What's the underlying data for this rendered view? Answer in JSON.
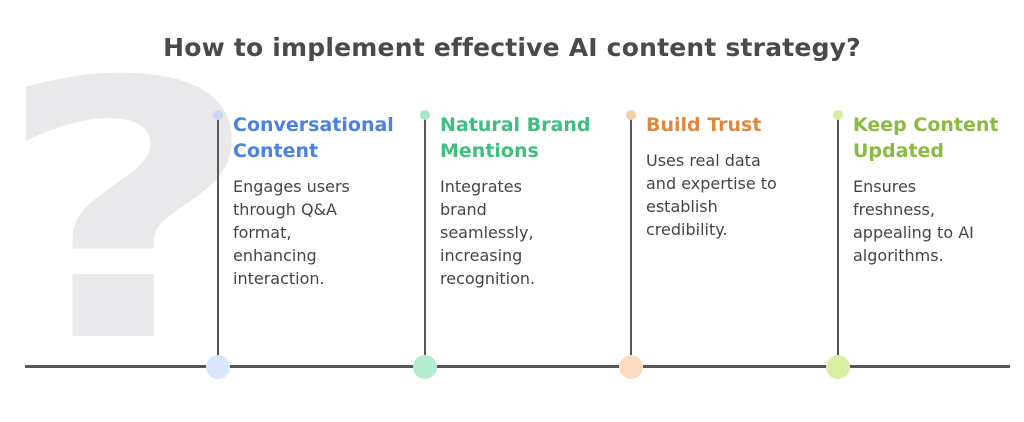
{
  "title": "How to implement effective AI content strategy?",
  "watermark_glyph": "?",
  "colors": {
    "title_text": "#4a4a4d",
    "body_text": "#454547",
    "line": "#58585a",
    "watermark": "#e9e9ec",
    "background": "#ffffff"
  },
  "columns": [
    {
      "heading": "Conversational\nContent",
      "body": "Engages users\nthrough Q&A\nformat,\nenhancing\ninteraction.",
      "accent": "#4a82e0",
      "dot_top": "#c7d8f7",
      "dot_bottom": "#d9e6fb"
    },
    {
      "heading": "Natural Brand\nMentions",
      "body": "Integrates\nbrand\nseamlessly,\nincreasing\nrecognition.",
      "accent": "#3fbe7e",
      "dot_top": "#a3e6c4",
      "dot_bottom": "#b5ecd0"
    },
    {
      "heading": "Build Trust",
      "body": "Uses real data\nand expertise to\nestablish\ncredibility.",
      "accent": "#dd8a40",
      "dot_top": "#f6cda9",
      "dot_bottom": "#f9dcc2"
    },
    {
      "heading": "Keep Content\nUpdated",
      "body": "Ensures\nfreshness,\nappealing to AI\nalgorithms.",
      "accent": "#8aba42",
      "dot_top": "#d5ee9e",
      "dot_bottom": "#d9f0a4"
    }
  ]
}
